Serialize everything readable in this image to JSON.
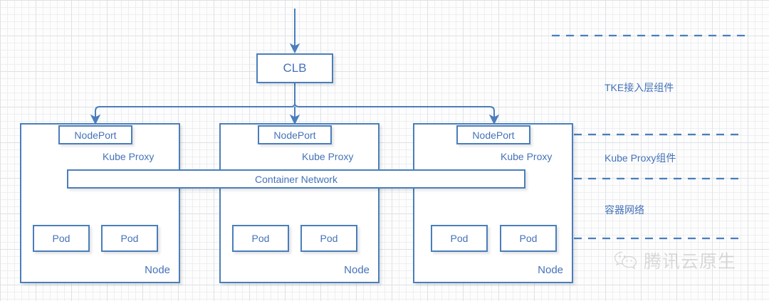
{
  "diagram": {
    "title": "TKE NodePort / Kube Proxy container network topology",
    "colors": {
      "accent": "#4a7ebb",
      "text": "#4472b8",
      "box_fill": "#ffffff",
      "background": "#fdfdfd",
      "grid_minor": "#e1e4e8",
      "grid_major": "#ced3d9",
      "watermark": "#8b8b8b"
    },
    "entry": {
      "label": "",
      "icon": "down-arrow-icon"
    },
    "clb": {
      "label": "CLB"
    },
    "container_network": {
      "label": "Container Network"
    },
    "nodes": [
      {
        "name": "Node",
        "nodeport": "NodePort",
        "kube_proxy": "Kube Proxy",
        "pods": [
          "Pod",
          "Pod"
        ]
      },
      {
        "name": "Node",
        "nodeport": "NodePort",
        "kube_proxy": "Kube Proxy",
        "pods": [
          "Pod",
          "Pod"
        ]
      },
      {
        "name": "Node",
        "nodeport": "NodePort",
        "kube_proxy": "Kube Proxy",
        "pods": [
          "Pod",
          "Pod"
        ]
      }
    ],
    "layer_annotations": [
      {
        "label": "TKE接入层组件"
      },
      {
        "label": "Kube Proxy组件"
      },
      {
        "label": "容器网络"
      }
    ],
    "watermark": {
      "icon": "wechat-icon",
      "text": "腾讯云原生"
    }
  }
}
